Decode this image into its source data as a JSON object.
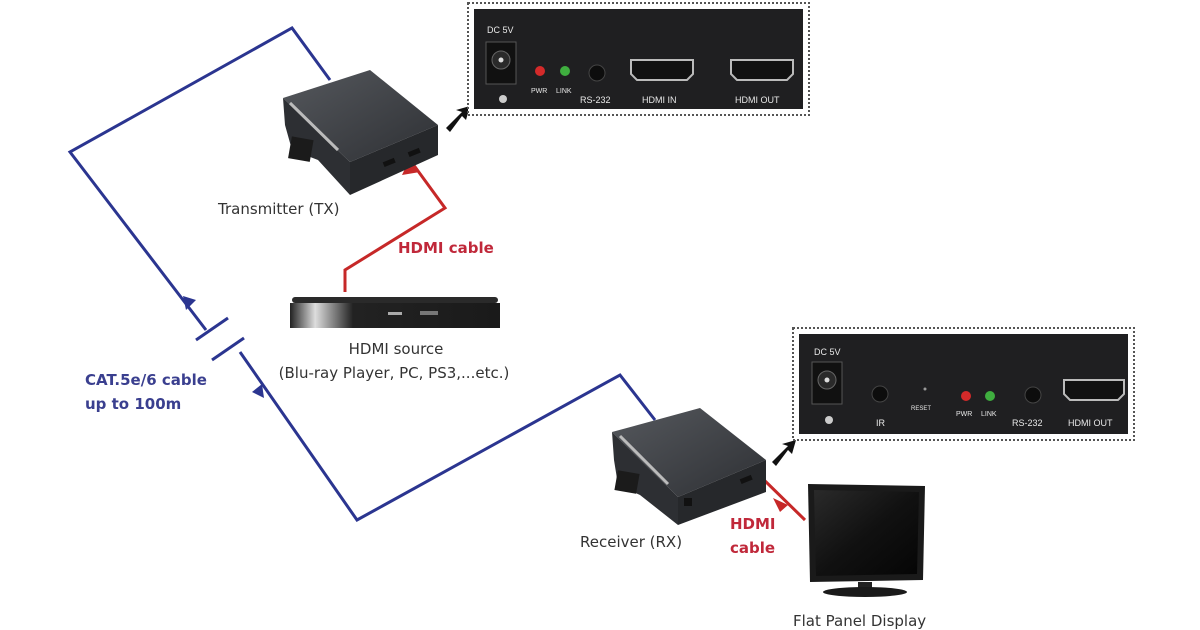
{
  "title": "HDMI over CAT.5e/6 extender connection diagram",
  "colors": {
    "cat_cable": "#2b3590",
    "hdmi_cable": "#c62828",
    "hdmi_label": "#c0283a",
    "cat_label": "#3a3f8f",
    "device_body": "#3a3c40",
    "panel_bg": "#1f1f21",
    "led_power": "#d42a2a",
    "led_link": "#3fae3f",
    "text_dark": "#333333"
  },
  "transmitter": {
    "label": "Transmitter (TX)",
    "panel": {
      "dc_label": "DC 5V",
      "pwr_label": "PWR",
      "link_label": "LINK",
      "rs232_label": "RS-232",
      "hdmi_in_label": "HDMI IN",
      "hdmi_out_label": "HDMI OUT"
    }
  },
  "receiver": {
    "label": "Receiver (RX)",
    "panel": {
      "dc_label": "DC 5V",
      "ir_label": "IR",
      "reset_label": "RESET",
      "pwr_label": "PWR",
      "link_label": "LINK",
      "rs232_label": "RS-232",
      "hdmi_out_label": "HDMI OUT"
    }
  },
  "source": {
    "label": "HDMI source",
    "sublabel": "(Blu-ray Player, PC, PS3,...etc.)"
  },
  "display": {
    "label": "Flat Panel Display"
  },
  "cables": {
    "tx_hdmi_label": "HDMI  cable",
    "rx_hdmi_label_line1": "HDMI",
    "rx_hdmi_label_line2": "cable",
    "cat_label_line1": "CAT.5e/6 cable",
    "cat_label_line2": "up to 100m"
  }
}
